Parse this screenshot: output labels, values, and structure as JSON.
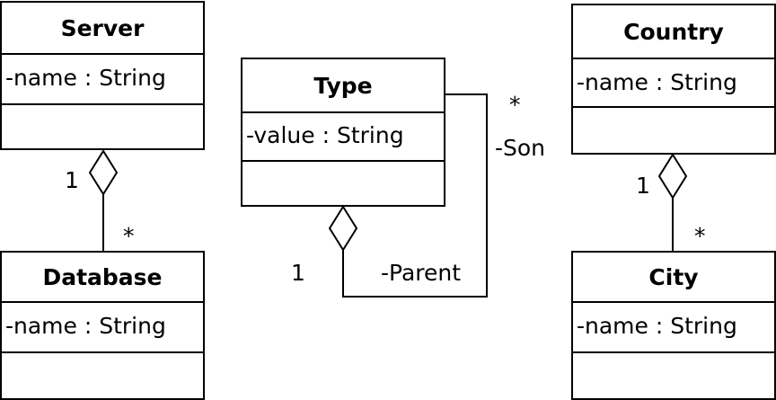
{
  "classes": {
    "server": {
      "name": "Server",
      "attribute": "-name : String"
    },
    "database": {
      "name": "Database",
      "attribute": "-name : String"
    },
    "type": {
      "name": "Type",
      "attribute": "-value : String"
    },
    "country": {
      "name": "Country",
      "attribute": "-name : String"
    },
    "city": {
      "name": "City",
      "attribute": "-name : String"
    }
  },
  "associations": {
    "server_database": {
      "whole_multiplicity": "1",
      "part_multiplicity": "*"
    },
    "type_self": {
      "whole_multiplicity": "1",
      "part_multiplicity": "*",
      "whole_role": "-Parent",
      "part_role": "-Son"
    },
    "country_city": {
      "whole_multiplicity": "1",
      "part_multiplicity": "*"
    }
  }
}
